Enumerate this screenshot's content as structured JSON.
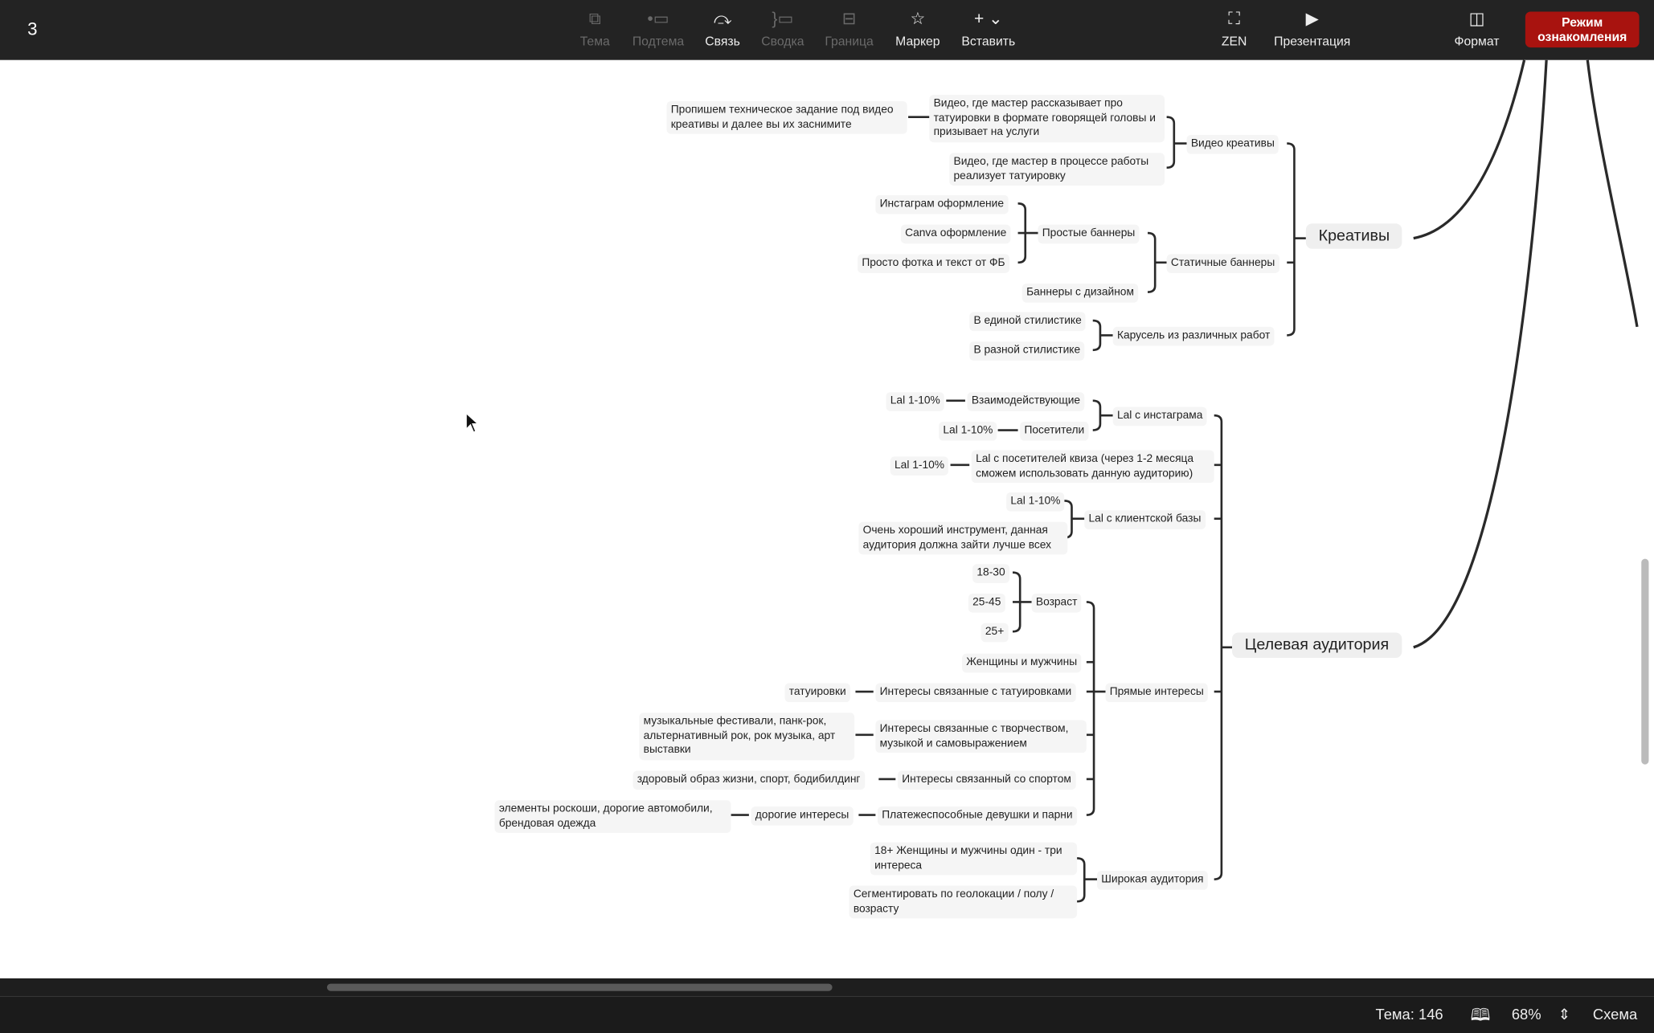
{
  "topbar": {
    "doc_number": "3",
    "tools": [
      {
        "label": "Тема",
        "icon": "topic-icon",
        "enabled": false
      },
      {
        "label": "Подтема",
        "icon": "subtopic-icon",
        "enabled": false
      },
      {
        "label": "Связь",
        "icon": "relationship-icon",
        "enabled": true
      },
      {
        "label": "Сводка",
        "icon": "summary-icon",
        "enabled": false
      },
      {
        "label": "Граница",
        "icon": "boundary-icon",
        "enabled": false
      },
      {
        "label": "Маркер",
        "icon": "star-icon",
        "enabled": true
      },
      {
        "label": "Вставить",
        "icon": "plus-icon",
        "enabled": true
      },
      {
        "label": "ZEN",
        "icon": "fullscreen-icon",
        "enabled": true
      },
      {
        "label": "Презентация",
        "icon": "play-icon",
        "enabled": true
      },
      {
        "label": "Формат",
        "icon": "panel-icon",
        "enabled": true
      }
    ],
    "mode_button": "Режим ознакомления"
  },
  "mindmap": {
    "creatives": {
      "title": "Креативы",
      "video": "Видео креативы",
      "video1": "Видео, где мастер рассказывает про татуировки в формате говорящей головы и призывает на услуги",
      "video1_note": "Пропишем техническое задание под видео креативы и далее вы их заснимите",
      "video2": "Видео, где мастер в процессе работы реализует татуировку",
      "static": "Статичные баннеры",
      "simple": "Простые баннеры",
      "simple1": "Инстаграм оформление",
      "simple2": "Canva оформление",
      "simple3": "Просто фотка и текст от ФБ",
      "designed": "Баннеры с дизайном",
      "carousel": "Карусель из различных работ",
      "carousel1": "В единой стилистике",
      "carousel2": "В разной стилистике"
    },
    "audience": {
      "title": "Целевая аудитория",
      "lal_insta": "Lal с инстаграма",
      "interacting": "Взаимодействующие",
      "visitors": "Посетители",
      "lal": "Lal 1-10%",
      "lal_quiz": "Lal с посетителей квиза (через 1-2 месяца сможем использовать данную аудиторию)",
      "lal_clients": "Lal с клиентской базы",
      "clients_note": "Очень хороший инструмент, данная аудитория должна зайти лучше всех",
      "direct": "Прямые интересы",
      "age": "Возраст",
      "ages": [
        "18-30",
        "25-45",
        "25+"
      ],
      "gender": "Женщины и мужчины",
      "tattoo_int": "Интересы связанные с татуировками",
      "tattoo": "татуировки",
      "creative_int": "Интересы связанные с творчеством, музыкой и самовыражением",
      "creative": "музыкальные фестивали, панк-рок, альтернативный рок, рок музыка, арт выставки",
      "sport_int": "Интересы связанный со спортом",
      "sport": "здоровый образ жизни, спорт, бодибилдинг",
      "solvent": "Платежеспособные девушки и парни",
      "expensive": "дорогие интересы",
      "luxury": "элементы роскоши, дорогие автомобили, брендовая одежда",
      "broad": "Широкая аудитория",
      "broad1": "18+ Женщины и мужчины один - три интереса",
      "broad2": "Сегментировать по геолокации / полу / возрасту"
    }
  },
  "status": {
    "topics": "Тема: 146",
    "zoom": "68%",
    "view": "Схема"
  }
}
